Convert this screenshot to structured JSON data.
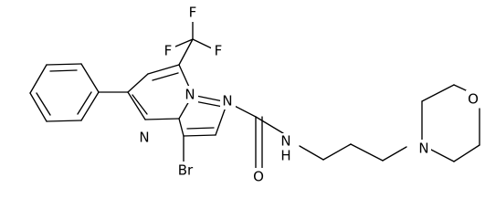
{
  "atoms": {
    "fluorine_top": "F",
    "fluorine_right": "F",
    "fluorine_left": "F",
    "pyrimidine_nitrogen_bottom": "N",
    "bridgehead_nitrogen": "N",
    "pyrazole_nitrogen": "N",
    "bromine": "Br",
    "carbonyl_oxygen": "O",
    "amide_nh": "N",
    "amide_hydrogen": "H",
    "morpholine_nitrogen": "N",
    "morpholine_oxygen": "O"
  }
}
